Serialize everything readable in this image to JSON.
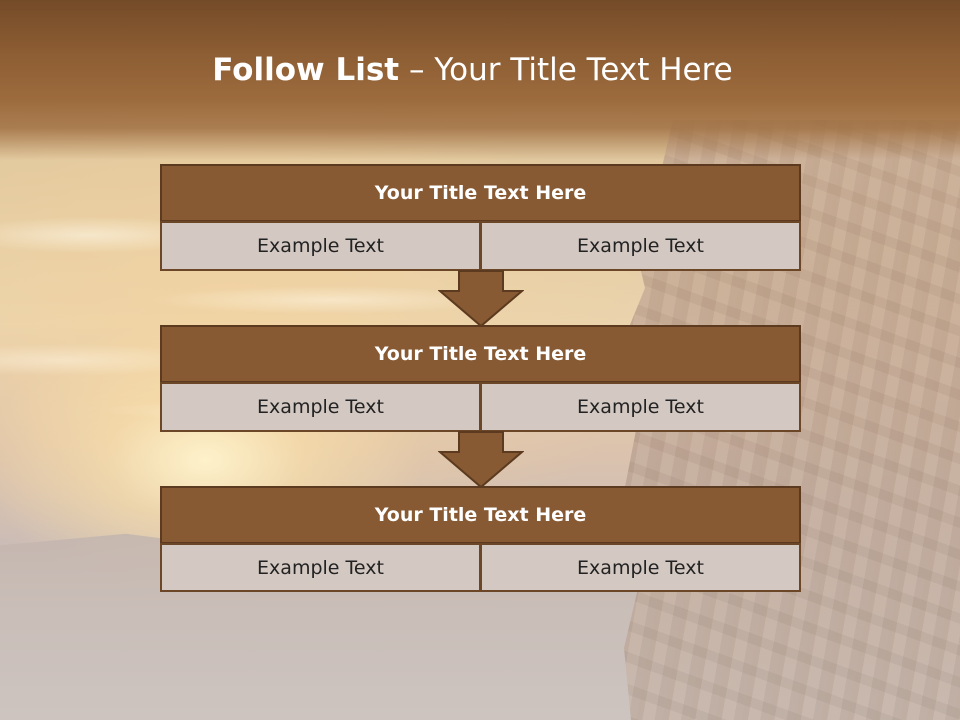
{
  "slide": {
    "title_bold": "Follow List",
    "title_rest": " – Your Title Text Here"
  },
  "steps": [
    {
      "title": "Your Title Text Here",
      "left": "Example Text",
      "right": "Example Text"
    },
    {
      "title": "Your Title Text Here",
      "left": "Example Text",
      "right": "Example Text"
    },
    {
      "title": "Your Title Text Here",
      "left": "Example Text",
      "right": "Example Text"
    }
  ],
  "colors": {
    "header_band": "#8e5e34",
    "block_title": "#875a33",
    "block_border": "#5b3a1f",
    "cell_fill": "#d3c8c2",
    "arrow_fill": "#875a33"
  },
  "icons": {
    "connector": "down-arrow-icon"
  }
}
